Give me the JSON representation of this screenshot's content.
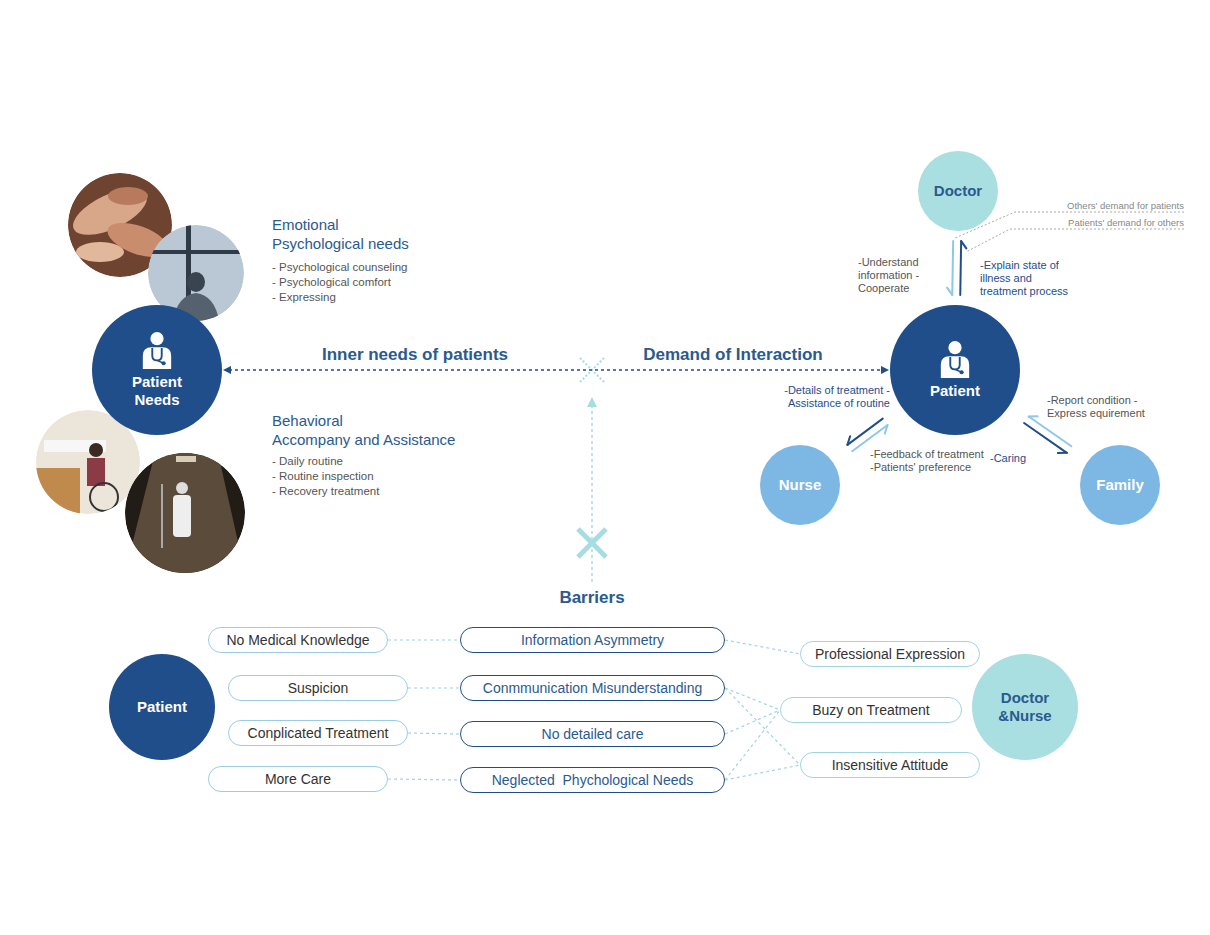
{
  "diagram": {
    "nodes": [
      {
        "text": [
          "Patient Needs"
        ]
      },
      {
        "text": [
          "Doctor"
        ]
      },
      {
        "text": [
          "Patient"
        ]
      },
      {
        "text": [
          "Nurse"
        ]
      },
      {
        "text": [
          "Family"
        ]
      },
      {
        "text": [
          "Patient"
        ]
      },
      {
        "text": [
          "No Medical Knowledge"
        ]
      },
      {
        "text": [
          "Information Asymmetry"
        ]
      },
      {
        "text": [
          "Professional Expression"
        ]
      },
      {
        "text": [
          "Suspicion"
        ]
      },
      {
        "text": [
          "Conmmunication Misunderstanding"
        ]
      },
      {
        "text": [
          "Buzy on Treatment"
        ]
      },
      {
        "text": [
          "Conplicated Treatment"
        ]
      },
      {
        "text": [
          "No detailed care"
        ]
      },
      {
        "text": [
          "More Care"
        ]
      },
      {
        "text": [
          "Neglected  Phychological Needs"
        ]
      },
      {
        "text": [
          "Insensitive Attitude"
        ]
      },
      {
        "text": [
          "Doctor &Nurse"
        ]
      }
    ],
    "edges": [
      {
        "from": 0,
        "to": 2,
        "arrow": "both"
      },
      {
        "from": 1,
        "to": 2,
        "label": "-Understand information -Cooperate",
        "arrow": "to"
      },
      {
        "from": 2,
        "to": 1,
        "label": "-Explain state of illness and treatment process",
        "arrow": "to"
      },
      {
        "from": 2,
        "to": 3,
        "label": "-Details of treatment -Assistance of routine",
        "arrow": "to"
      },
      {
        "from": 3,
        "to": 2,
        "label": "-Feedback of treatment -Patients' preference",
        "arrow": "to"
      },
      {
        "from": 2,
        "to": 4,
        "label": "-Caring",
        "arrow": "to"
      },
      {
        "from": 4,
        "to": 2,
        "label": "-Report condition -Express equirement",
        "arrow": "to"
      },
      {
        "from": 6,
        "to": 7,
        "arrow": "none"
      },
      {
        "from": 7,
        "to": 8,
        "arrow": "none"
      },
      {
        "from": 9,
        "to": 10,
        "arrow": "none"
      },
      {
        "from": 10,
        "to": 11,
        "arrow": "none"
      },
      {
        "from": 10,
        "to": 16,
        "arrow": "none"
      },
      {
        "from": 12,
        "to": 13,
        "arrow": "none"
      },
      {
        "from": 13,
        "to": 11,
        "arrow": "none"
      },
      {
        "from": 14,
        "to": 15,
        "arrow": "none"
      },
      {
        "from": 15,
        "to": 11,
        "arrow": "none"
      },
      {
        "from": 15,
        "to": 16,
        "arrow": "none"
      }
    ],
    "labels": [
      "Emotional",
      "Psychological needs",
      "- Psychological counseling",
      "- Psychological comfort",
      "- Expressing",
      "Behavioral",
      "Accompany and Assistance",
      "- Daily routine",
      "- Routine inspection",
      "- Recovery treatment",
      "Inner needs of patients",
      "Demand of Interaction",
      "Others' demand for patients",
      "Patients' demand for others",
      "Barriers"
    ]
  }
}
